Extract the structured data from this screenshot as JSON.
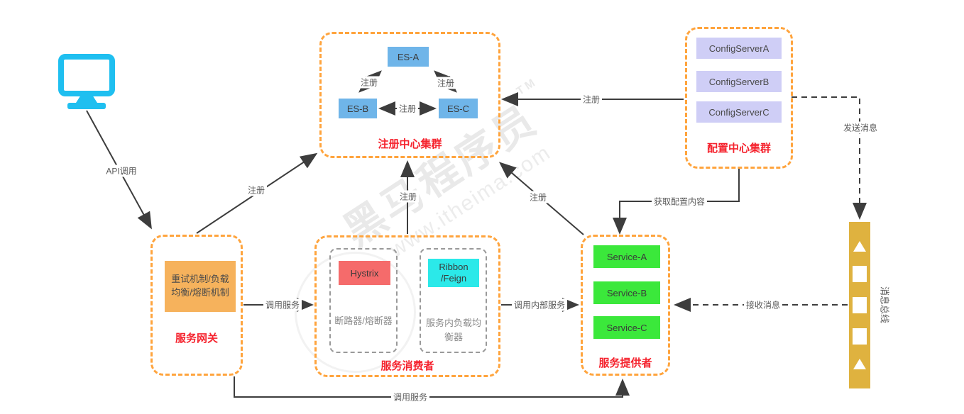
{
  "colors": {
    "group_border": "#FFA43D",
    "title_red": "#F5222D",
    "es_blue": "#6FB5E9",
    "config_lavender": "#CFCEF6",
    "gateway_orange": "#F6B25C",
    "hystrix_red": "#F56B6B",
    "ribbon_cyan": "#2BE9E9",
    "service_green": "#3BE83B",
    "bus_gold": "#DFB23F",
    "monitor_cyan": "#1FBFF0",
    "wire_dark": "#3d3d3d"
  },
  "registration": {
    "title": "注册中心集群",
    "nodes": [
      {
        "label": "ES-A"
      },
      {
        "label": "ES-B"
      },
      {
        "label": "ES-C"
      }
    ],
    "edge_labels": {
      "ab": "注册",
      "ac": "注册",
      "bc": "注册"
    }
  },
  "config": {
    "title": "配置中心集群",
    "nodes": [
      {
        "label": "ConfigServerA"
      },
      {
        "label": "ConfigServerB"
      },
      {
        "label": "ConfigServerC"
      }
    ]
  },
  "gateway": {
    "title": "服务网关",
    "mechanism": "重试机制/负载均衡/熔断机制"
  },
  "consumer": {
    "title": "服务消费者",
    "hystrix": {
      "label": "Hystrix",
      "desc": "断路器/熔断器"
    },
    "ribbon": {
      "line1": "Ribbon",
      "line2": "/Feign",
      "desc": "服务内负载均衡器"
    }
  },
  "provider": {
    "title": "服务提供者",
    "nodes": [
      {
        "label": "Service-A"
      },
      {
        "label": "Service-B"
      },
      {
        "label": "Service-C"
      }
    ]
  },
  "bus": {
    "label": "消息总线"
  },
  "edges": {
    "api_call": "API调用",
    "reg_gateway": "注册",
    "reg_consumer": "注册",
    "reg_provider": "注册",
    "reg_config": "注册",
    "get_config": "获取配置内容",
    "send_message": "发送消息",
    "receive_message": "接收消息",
    "call_service": "调用服务",
    "call_internal": "调用内部服务",
    "call_service_bottom": "调用服务"
  },
  "watermark": {
    "brand": "黑马程序员",
    "tm": "TM",
    "site": "www.itheima.com"
  }
}
